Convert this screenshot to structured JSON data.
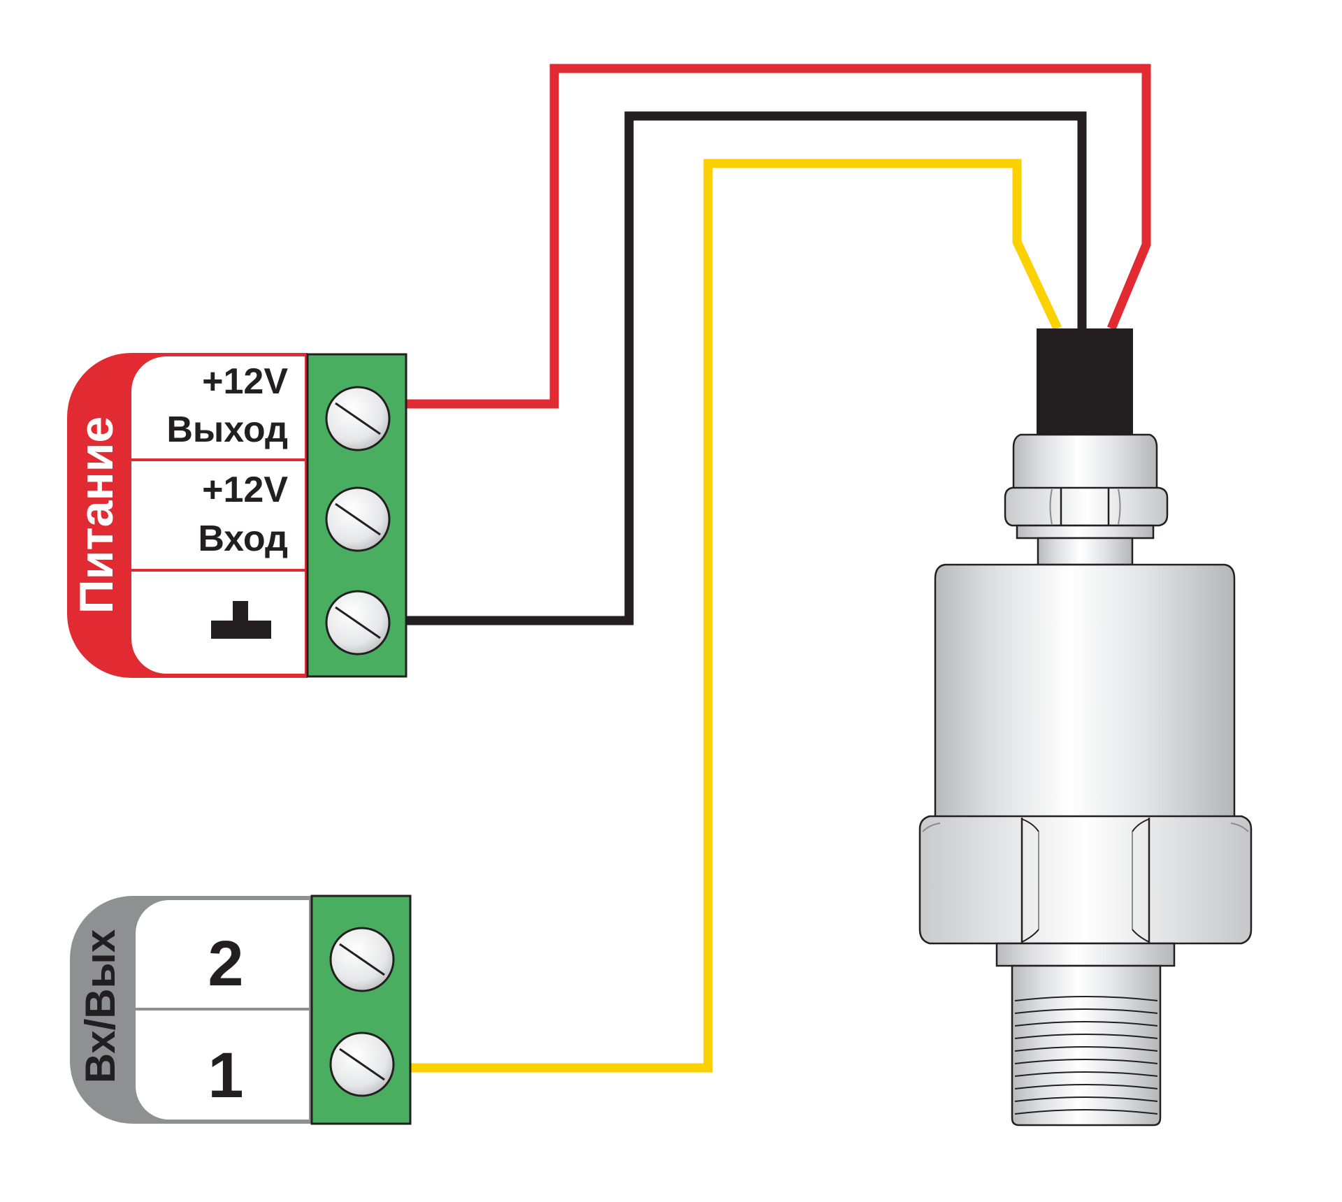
{
  "power_block": {
    "title": "Питание",
    "color": "#e12a31",
    "terminals": [
      {
        "line1": "+12V",
        "line2": "Выход"
      },
      {
        "line1": "+12V",
        "line2": "Вход"
      },
      {
        "line1": "",
        "line2": ""
      }
    ],
    "ground_symbol": "ground-icon"
  },
  "io_block": {
    "title": "Вх/Вых",
    "color": "#8f9092",
    "terminals": [
      {
        "label": "2"
      },
      {
        "label": "1"
      }
    ]
  },
  "terminal_block_color": "#4aae61",
  "wires": [
    {
      "name": "red",
      "color": "#e12a31",
      "from": "power_block.terminals.0",
      "to": "sensor"
    },
    {
      "name": "black",
      "color": "#231f20",
      "from": "power_block.terminals.2",
      "to": "sensor"
    },
    {
      "name": "yellow",
      "color": "#fcd100",
      "from": "io_block.terminals.1",
      "to": "sensor"
    }
  ],
  "sensor": {
    "icon": "pressure-sensor-icon"
  }
}
